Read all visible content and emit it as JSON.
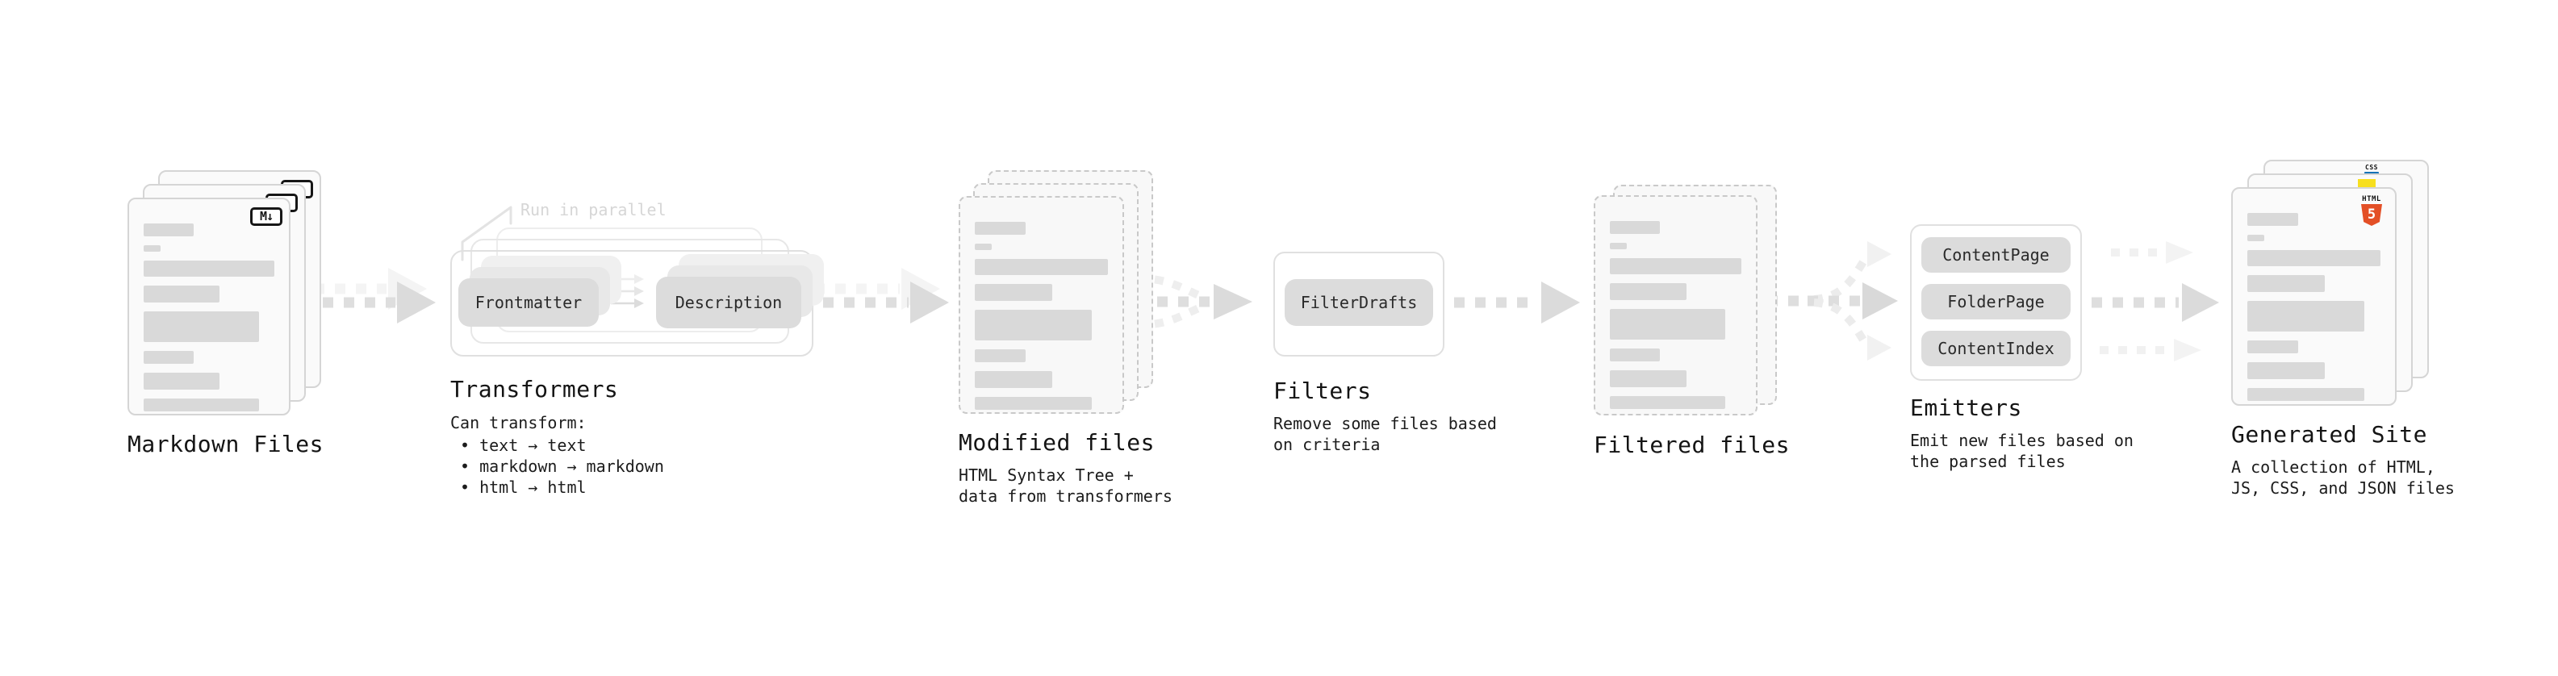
{
  "colors": {
    "html5_orange": "#e34f26",
    "js_yellow": "#f7df1e",
    "css_blue": "#1572b6",
    "doc_bar_gray": "#d9d9d9",
    "arrow_gray": "#dedede",
    "arrow_light_gray": "#f2f2f2"
  },
  "stages": {
    "markdown": {
      "label": "Markdown Files",
      "icon": "M↓"
    },
    "transformers": {
      "label": "Transformers",
      "annotation": "Run in parallel",
      "pill_left": "Frontmatter",
      "pill_right": "Description",
      "desc_title": "Can transform:",
      "bullets": [
        "• text → text",
        "• markdown → markdown",
        "• html → html"
      ]
    },
    "modified": {
      "label": "Modified files",
      "desc": [
        "HTML Syntax Tree +",
        "data from transformers"
      ]
    },
    "filters": {
      "label": "Filters",
      "pill": "FilterDrafts",
      "desc": [
        "Remove some files based",
        "on criteria"
      ]
    },
    "filtered": {
      "label": "Filtered files"
    },
    "emitters": {
      "label": "Emitters",
      "pills": [
        "ContentPage",
        "FolderPage",
        "ContentIndex"
      ],
      "desc": [
        "Emit new files based on",
        "the parsed files"
      ]
    },
    "site": {
      "label": "Generated Site",
      "desc": [
        "A collection of HTML,",
        "JS, CSS, and JSON files"
      ],
      "css_badge": "CSS",
      "html_badge": "HTML",
      "html_number": "5"
    }
  }
}
